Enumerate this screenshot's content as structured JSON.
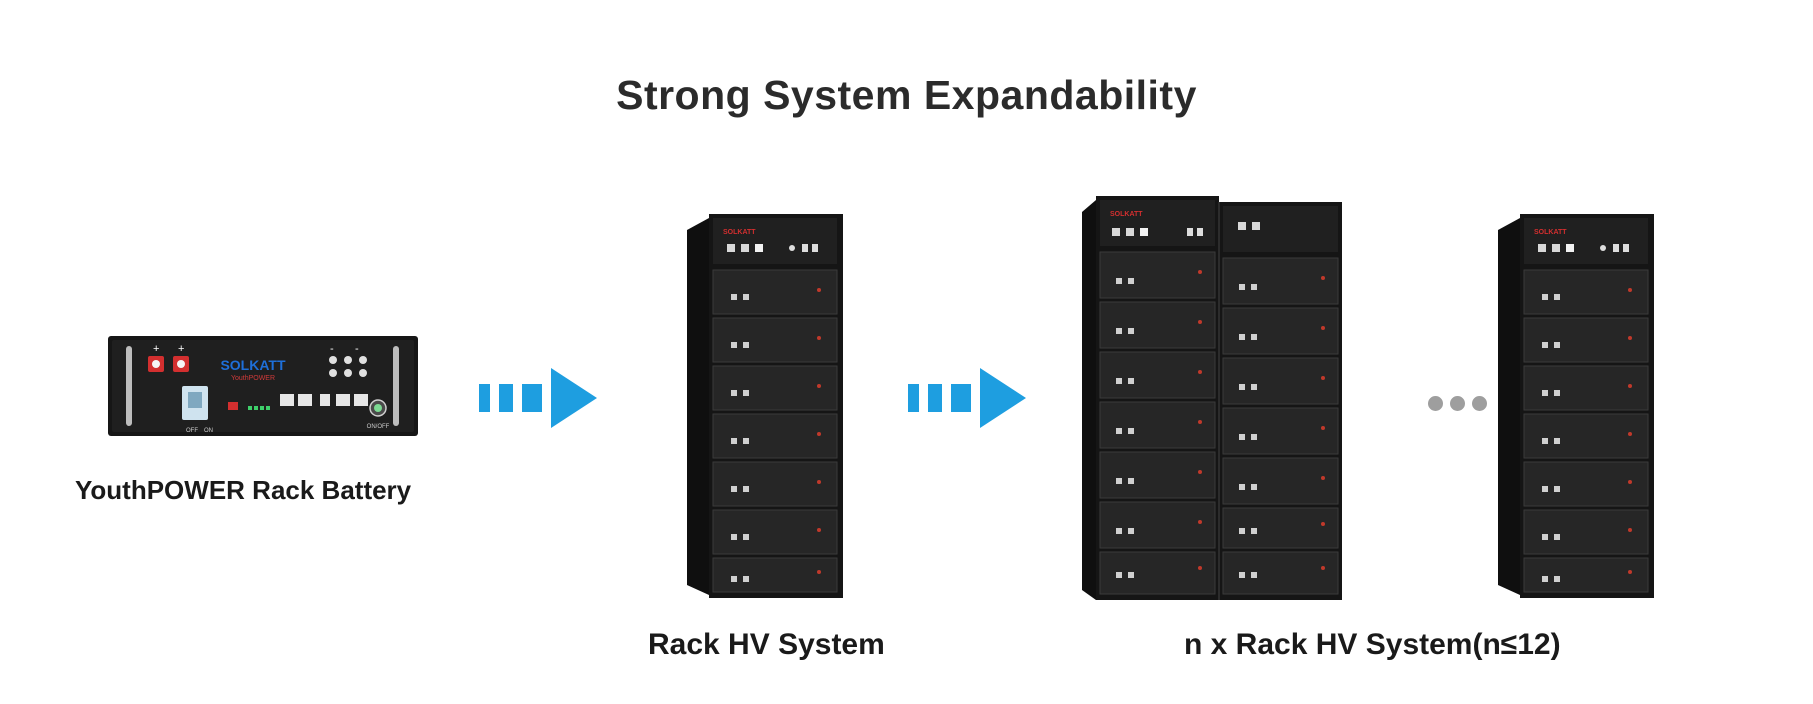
{
  "title": "Strong System Expandability",
  "items": [
    {
      "label": "YouthPOWER Rack Battery"
    },
    {
      "label": "Rack HV System"
    },
    {
      "label": "n x Rack HV System(n≤12)"
    }
  ],
  "battery_unit": {
    "brand": "SOLKATT",
    "sub_brand": "YouthPOWER",
    "terminal_pos": "+",
    "terminal_neg": "-",
    "switch_off": "OFF",
    "switch_on": "ON",
    "power_label": "ON/OFF"
  },
  "more_indicator": "•••",
  "colors": {
    "arrow": "#1e9ee0",
    "rack": "#151515",
    "module": "#2a2a2a",
    "terminal": "#d32f2f",
    "brand": "#1e6fd9",
    "dots": "#9e9e9e"
  }
}
